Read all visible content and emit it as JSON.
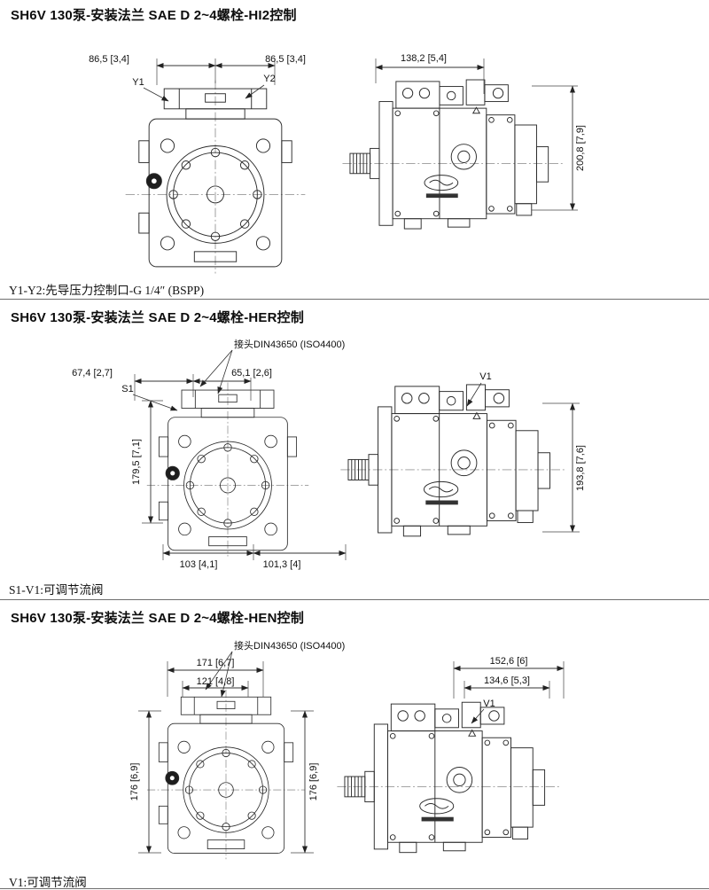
{
  "sections": [
    {
      "heading": "SH6V 130泵-安装法兰 SAE D 2~4螺栓-HI2控制",
      "note": "Y1-Y2:先导压力控制口-G 1/4″ (BSPP)",
      "front": {
        "dim_top_left": "86,5 [3,4]",
        "dim_top_right": "86,5 [3,4]",
        "port_left": "Y1",
        "port_right": "Y2"
      },
      "side": {
        "dim_width": "138,2 [5,4]",
        "dim_height": "200,8 [7,9]"
      }
    },
    {
      "heading": "SH6V 130泵-安装法兰 SAE D 2~4螺栓-HER控制",
      "connector": "接头DIN43650 (ISO4400)",
      "note": "S1-V1:可调节流阀",
      "front": {
        "dim_top_left": "67,4 [2,7]",
        "dim_top_right": "65,1 [2,6]",
        "port": "S1",
        "dim_height": "179,5 [7,1]",
        "dim_bottom_left": "103 [4,1]",
        "dim_bottom_right": "101,3 [4]"
      },
      "side": {
        "port": "V1",
        "dim_height": "193,8 [7,6]"
      }
    },
    {
      "heading": "SH6V 130泵-安装法兰 SAE D 2~4螺栓-HEN控制",
      "connector": "接头DIN43650 (ISO4400)",
      "note": "V1:可调节流阀",
      "front": {
        "dim_top_outer": "171 [6,7]",
        "dim_top_inner": "121 [4,8]",
        "dim_height_left": "176 [6,9]",
        "dim_height_right": "176 [6,9]"
      },
      "side": {
        "dim_top_outer": "152,6 [6]",
        "dim_top_inner": "134,6 [5,3]",
        "port": "V1"
      }
    }
  ]
}
